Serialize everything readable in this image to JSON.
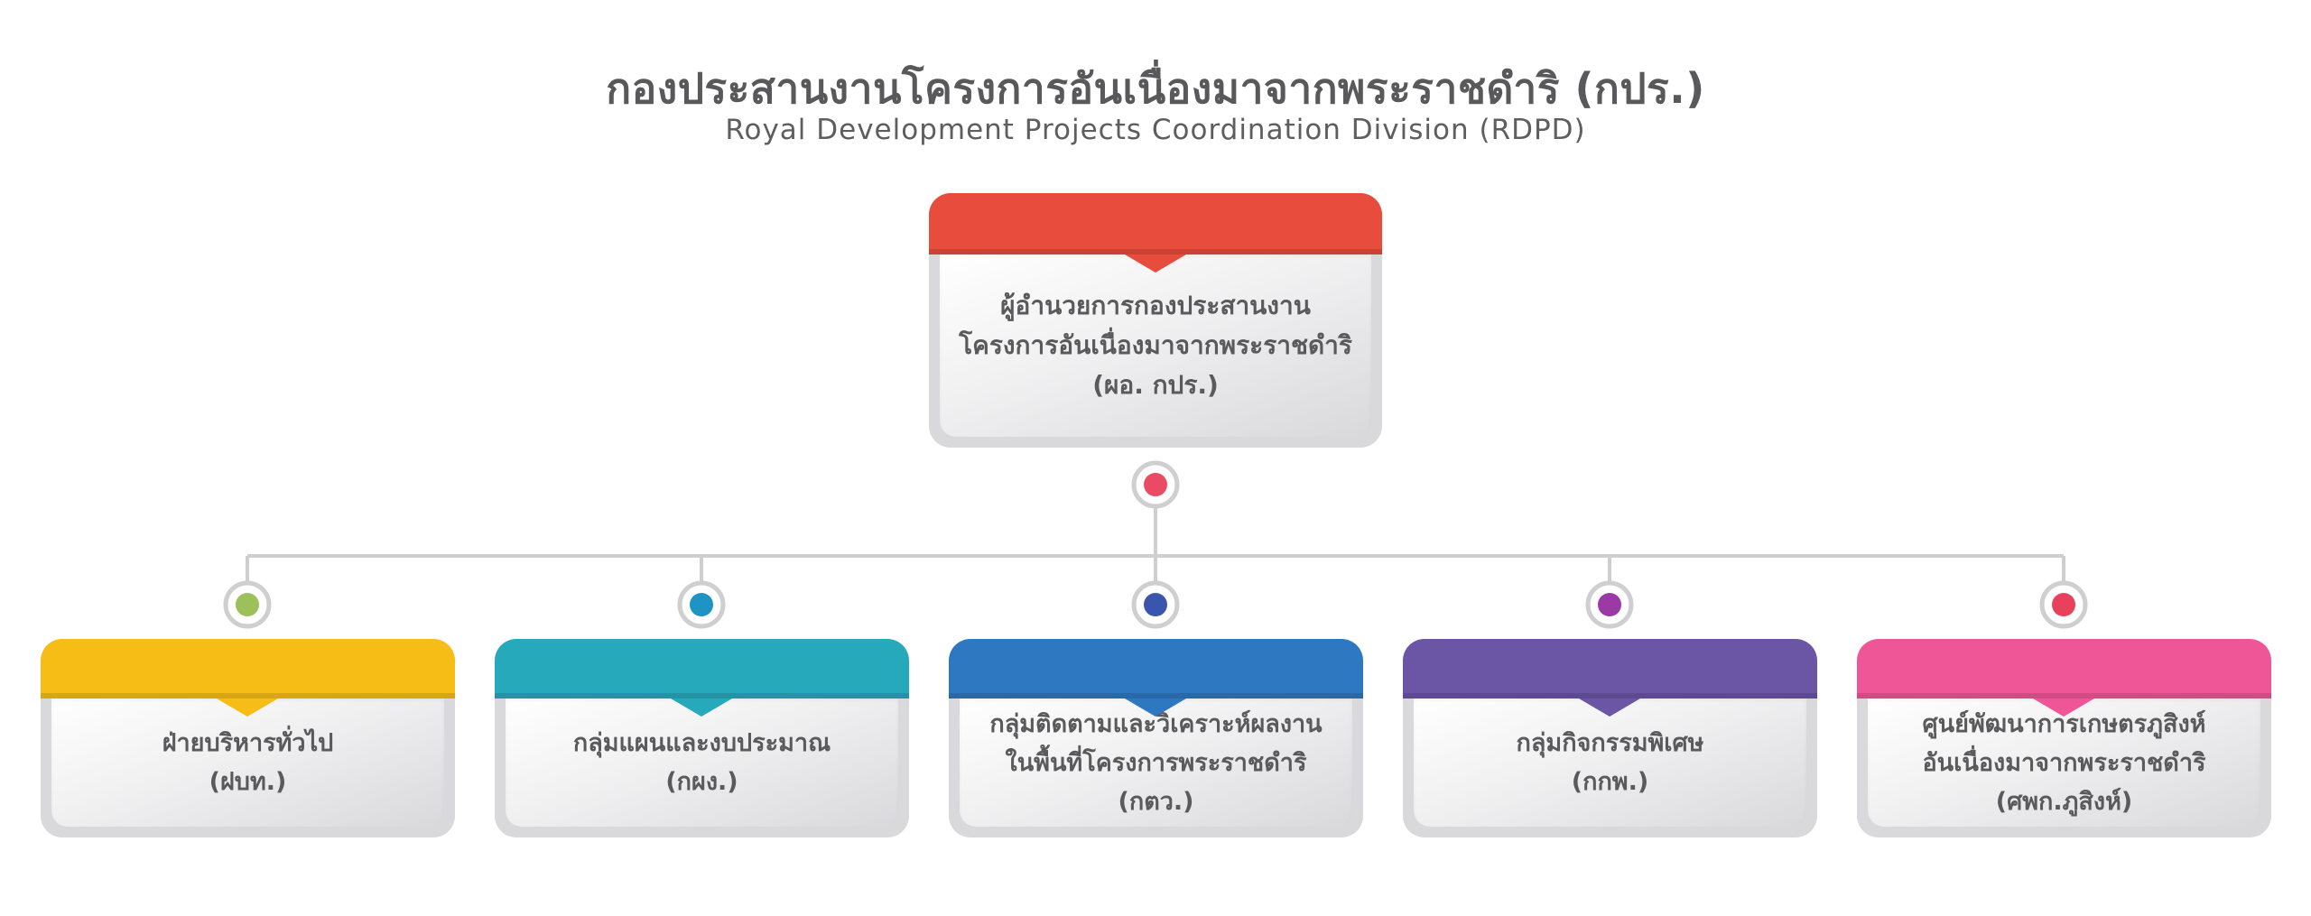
{
  "header": {
    "title": "กองประสานงานโครงการอันเนื่องมาจากพระราชดำริ (กปร.)",
    "subtitle": "Royal Development Projects Coordination Division (RDPD)"
  },
  "top_node": {
    "lines": [
      "ผู้อำนวยการกองประสานงาน",
      "โครงการอันเนื่องมาจากพระราชดำริ",
      "(ผอ. กปร.)"
    ],
    "color": "#e84c3d",
    "dot_color": "#ea4a64"
  },
  "units": [
    {
      "lines": [
        "ฝ่ายบริหารทั่วไป",
        "(ฝบท.)"
      ],
      "color": "#f6bd16",
      "dot_color": "#9cc05a"
    },
    {
      "lines": [
        "กลุ่มแผนและงบประมาณ",
        "(กผง.)"
      ],
      "color": "#27a9bc",
      "dot_color": "#1e94c4"
    },
    {
      "lines": [
        "กลุ่มติดตามและวิเคราะห์ผลงาน",
        "ในพื้นที่โครงการพระราชดำริ",
        "(กตว.)"
      ],
      "color": "#2e78c2",
      "dot_color": "#3a55ad"
    },
    {
      "lines": [
        "กลุ่มกิจกรรมพิเศษ",
        "(กกพ.)"
      ],
      "color": "#6b55a5",
      "dot_color": "#9b3aa6"
    },
    {
      "lines": [
        "ศูนย์พัฒนาการเกษตรภูสิงห์",
        "อันเนื่องมาจากพระราชดำริ",
        "(ศพก.ภูสิงห์)"
      ],
      "color": "#ef5698",
      "dot_color": "#e8415b"
    }
  ]
}
